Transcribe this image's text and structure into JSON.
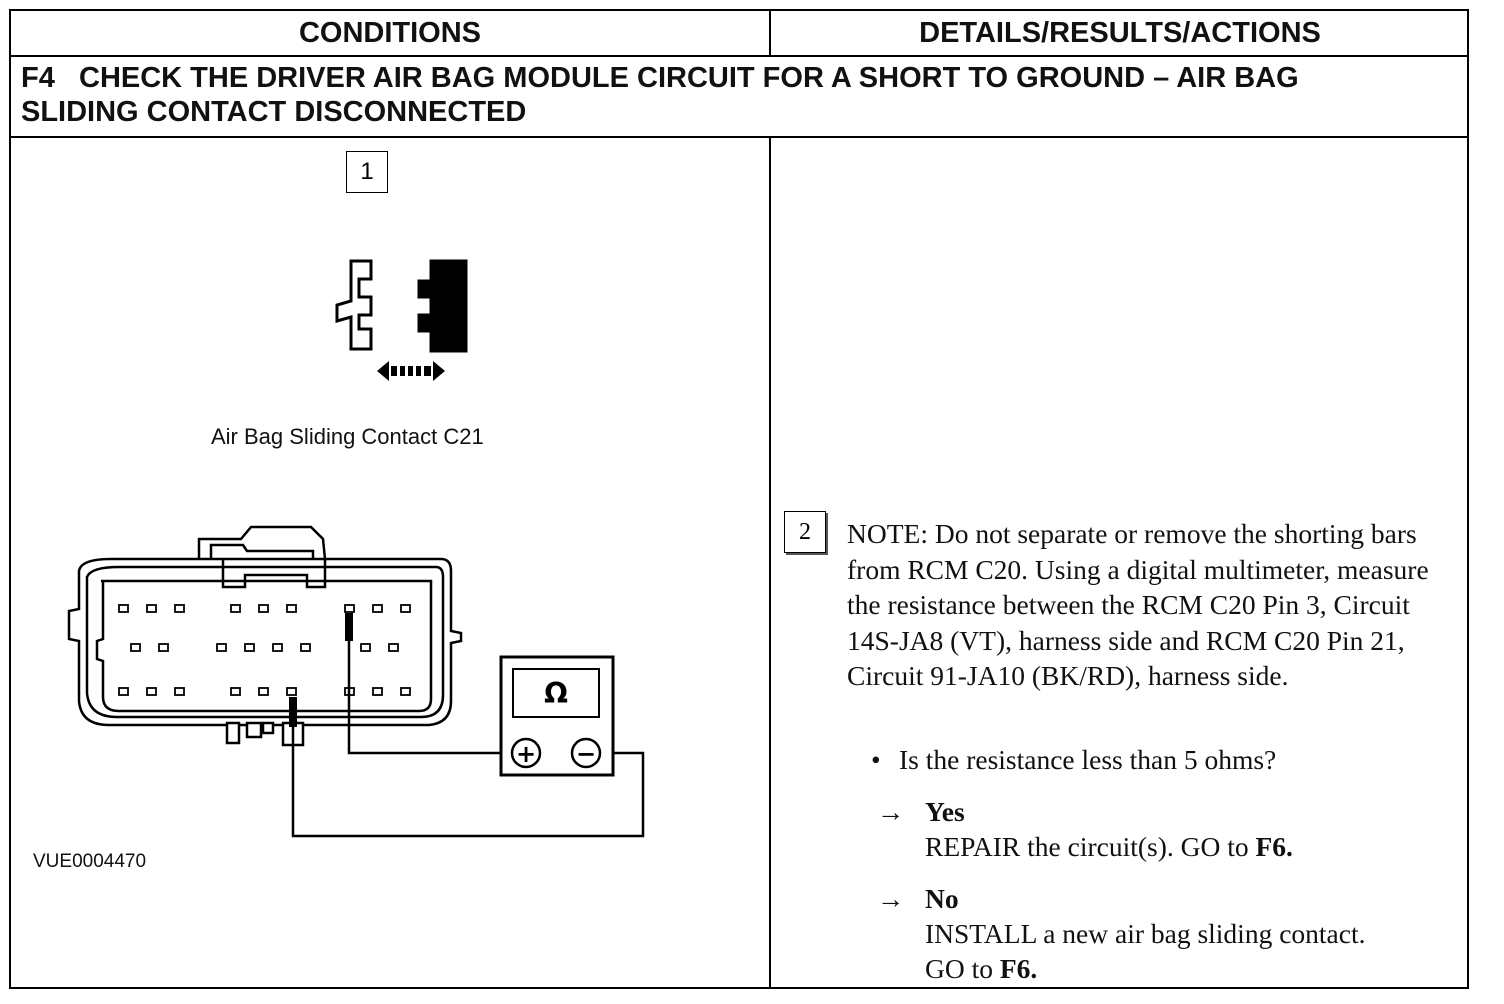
{
  "header": {
    "conditions": "CONDITIONS",
    "details": "DETAILS/RESULTS/ACTIONS"
  },
  "step": {
    "title_line1": "F4   CHECK THE DRIVER AIR BAG MODULE CIRCUIT FOR A SHORT TO GROUND – AIR BAG",
    "title_line2": "SLIDING CONTACT DISCONNECTED"
  },
  "figure": {
    "step1_number": "1",
    "caption": "Air Bag Sliding Contact C21",
    "figure_id": "VUE0004470",
    "meter_symbol": "Ω",
    "meter_plus": "+",
    "meter_minus": "−"
  },
  "details": {
    "step2_number": "2",
    "note": "NOTE: Do not separate or remove the shorting bars from RCM C20. Using a digital multimeter, measure the resistance between the RCM C20 Pin 3, Circuit 14S-JA8 (VT), harness side and RCM C20 Pin 21, Circuit 91-JA10 (BK/RD), harness side.",
    "question_bullet": "•",
    "question": "Is the resistance less than 5 ohms?",
    "yes": {
      "arrow": "→",
      "label": "Yes",
      "text_prefix": "REPAIR the circuit(s). GO to ",
      "text_bold": "F6."
    },
    "no": {
      "arrow": "→",
      "label": "No",
      "text_line1": "INSTALL a new air bag sliding contact.",
      "text_prefix": "GO to ",
      "text_bold": "F6."
    }
  }
}
